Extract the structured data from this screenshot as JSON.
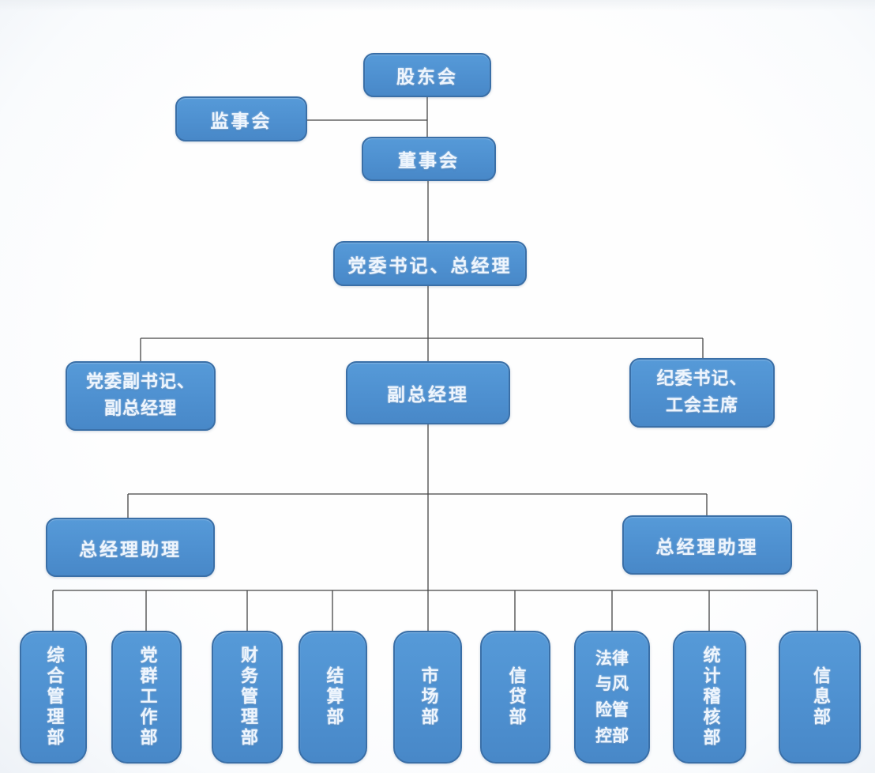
{
  "chart": {
    "type": "org-chart",
    "title": "",
    "nodes": {
      "shareholders": {
        "label": "股东会"
      },
      "supervisory": {
        "label": "监事会"
      },
      "board": {
        "label": "董事会"
      },
      "party_secretary_gm": {
        "label": "党委书记、总经理"
      },
      "deputy_party_secretary": {
        "label": "党委副书记、副总经理",
        "line1": "党委副书记、",
        "line2": "副总经理"
      },
      "deputy_gm": {
        "label": "副总经理"
      },
      "discipline_secretary": {
        "label": "纪委书记、工会主席",
        "line1": "纪委书记、",
        "line2": "工会主席"
      },
      "gm_assistant_left": {
        "label": "总经理助理"
      },
      "gm_assistant_right": {
        "label": "总经理助理"
      }
    },
    "departments": [
      {
        "label": "综合管理部"
      },
      {
        "label": "党群工作部"
      },
      {
        "label": "财务管理部"
      },
      {
        "label": "结算部"
      },
      {
        "label": "市场部"
      },
      {
        "label": "信贷部"
      },
      {
        "label": "法律与风险管控部"
      },
      {
        "label": "统计稽核部"
      },
      {
        "label": "信息部"
      }
    ],
    "colors": {
      "box_fill": "#4e90d0",
      "box_border": "#3a6fa7",
      "box_text": "#eef5fd",
      "connector": "#454545",
      "background": "#fdfefe"
    }
  }
}
